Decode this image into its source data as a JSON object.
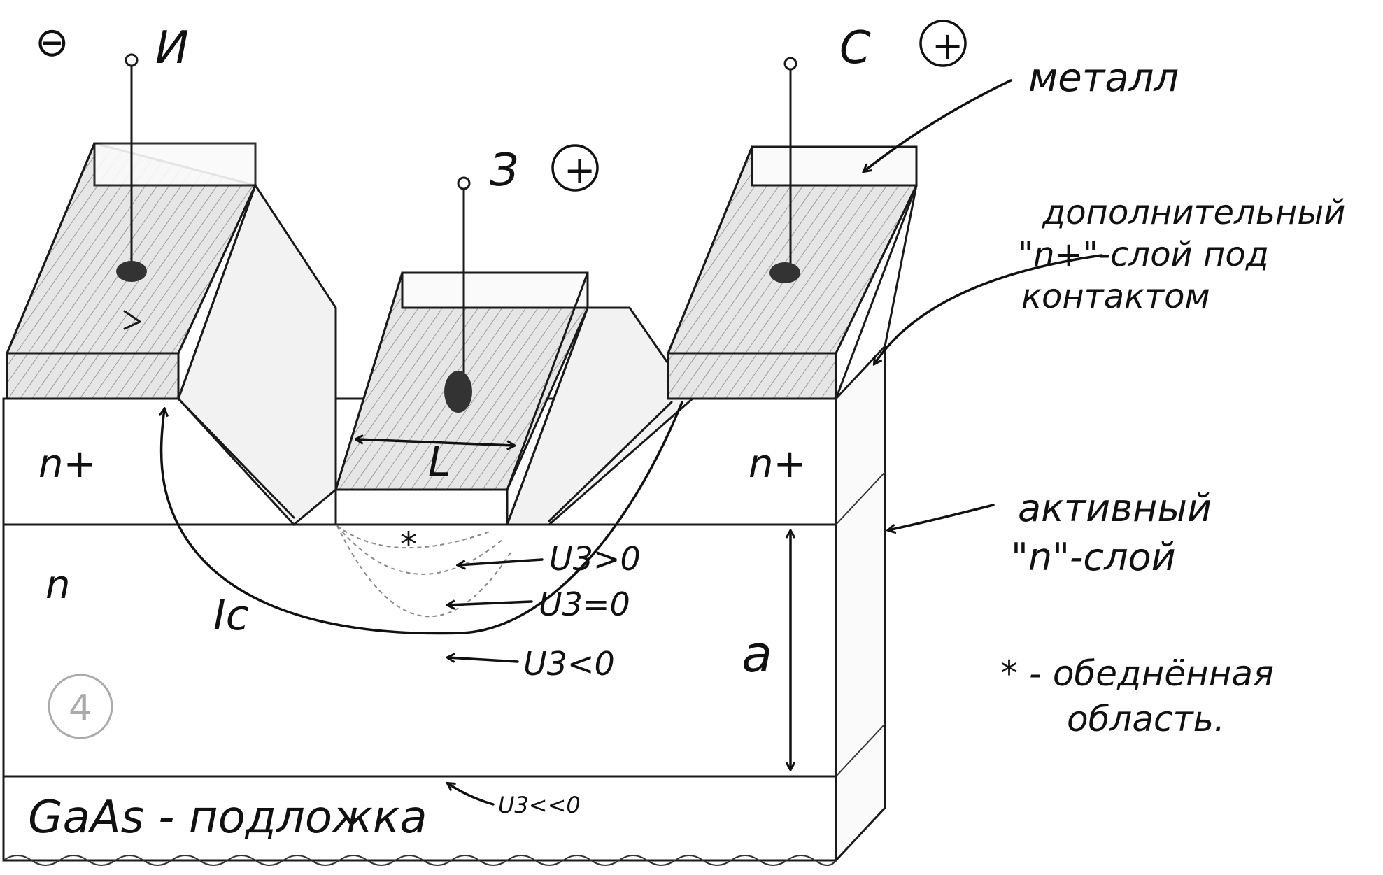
{
  "electrodes": {
    "source": {
      "label": "И",
      "polarity": "⊖"
    },
    "gate": {
      "label": "З",
      "polarity": "+"
    },
    "drain": {
      "label": "С",
      "polarity": "+"
    }
  },
  "regions": {
    "n_plus_left": "n+",
    "n_plus_right": "n+",
    "n_layer": "n",
    "substrate": "GaAs - подложка",
    "gate_length": "L",
    "thickness": "a",
    "current": "Ic",
    "depletion_mark": "*",
    "corner_mark": "4"
  },
  "gate_voltages": {
    "pos": "U3>0",
    "zero": "U3=0",
    "neg": "U3<0",
    "very_neg": "U3<<0"
  },
  "annotations": {
    "metal": "металл",
    "extra_layer_line1": "дополнительный",
    "extra_layer_line2": "\"n+\"-слой под",
    "extra_layer_line3": "контактом",
    "active_line1": "активный",
    "active_line2": "\"n\"-слой",
    "depletion_line1": "* - обеднённая",
    "depletion_line2": "область."
  }
}
